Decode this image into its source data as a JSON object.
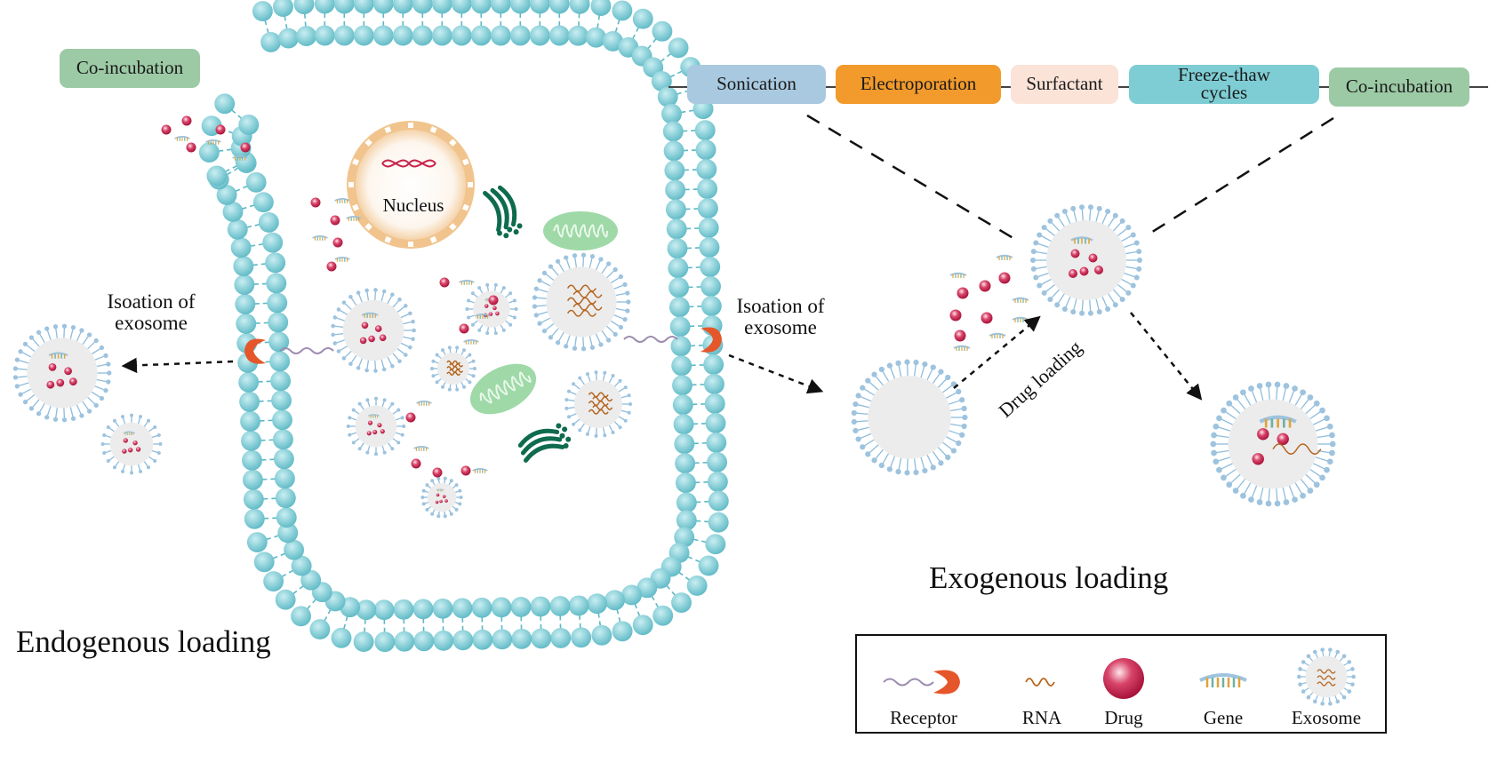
{
  "endogenous": {
    "co_incubation": "Co-incubation",
    "nucleus": "Nucleus",
    "isolation_left_1": "Isoation of",
    "isolation_left_2": "exosome",
    "isolation_right_1": "Isoation of",
    "isolation_right_2": "exosome",
    "title": "Endogenous loading"
  },
  "exogenous": {
    "methods": [
      {
        "label": "Sonication",
        "color": "#a9c9e0"
      },
      {
        "label": "Electroporation",
        "color": "#f29a2b"
      },
      {
        "label": "Surfactant",
        "color": "#fbe3d8"
      },
      {
        "label_1": "Freeze-thaw",
        "label_2": "cycles",
        "color": "#7ecdd4"
      },
      {
        "label": "Co-incubation",
        "color": "#9ccaa5"
      }
    ],
    "drug_loading": "Drug loading",
    "title": "Exogenous loading"
  },
  "legend": {
    "receptor": "Receptor",
    "rna": "RNA",
    "drug": "Drug",
    "gene": "Gene",
    "exosome": "Exosome"
  },
  "colors": {
    "membrane": "#7ecdd6",
    "membrane_dark": "#5bb8c4",
    "drug": "#c8244a",
    "receptor": "#e5562a",
    "rna": "#b5651d",
    "mito": "#9fd9a7",
    "golgi": "#0e6b4e",
    "nucleus": "#f5d2a6"
  }
}
